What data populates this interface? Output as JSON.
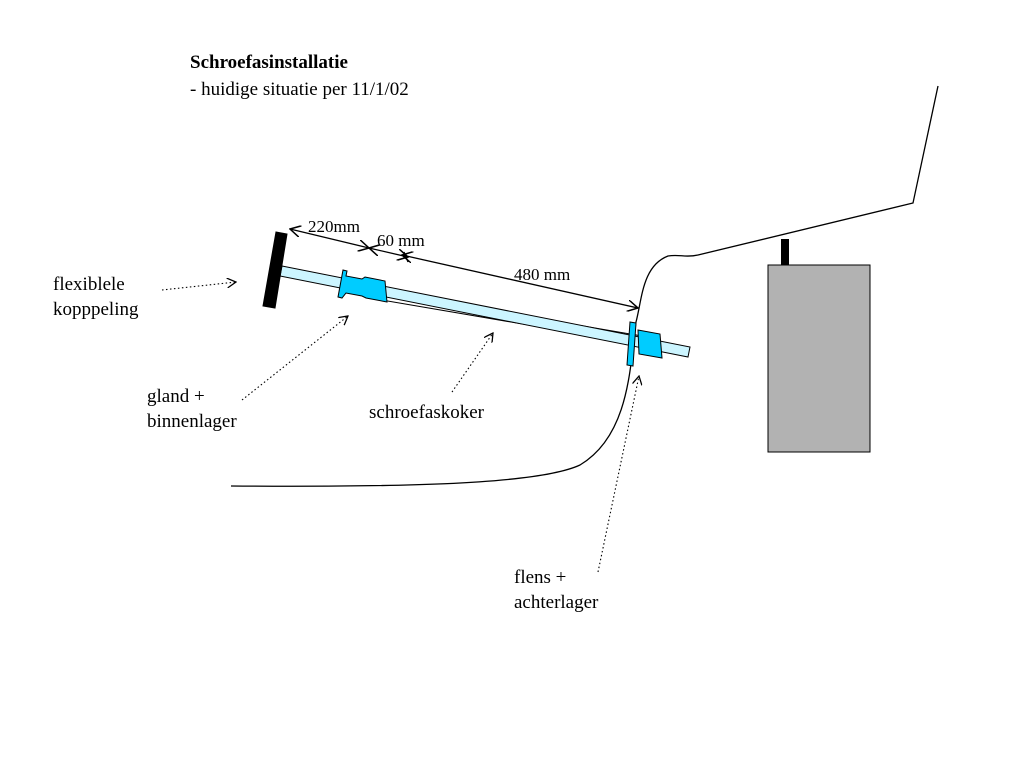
{
  "title": "Schroefasinstallatie",
  "subtitle": "- huidige situatie per 11/1/02",
  "labels": {
    "coupling": [
      "flexiblele",
      "kopppeling"
    ],
    "gland": [
      "gland +",
      "binnenlager"
    ],
    "shaft_tube": "schroefaskoker",
    "flange": [
      "flens +",
      "achterlager"
    ]
  },
  "dimensions": {
    "d1": "220mm",
    "d2": "60 mm",
    "d3": "480 mm"
  },
  "colors": {
    "shaft": "#ccf5ff",
    "bearing": "#00ccff",
    "coupling": "#000000",
    "engine": "#b2b2b2",
    "line": "#000000"
  }
}
